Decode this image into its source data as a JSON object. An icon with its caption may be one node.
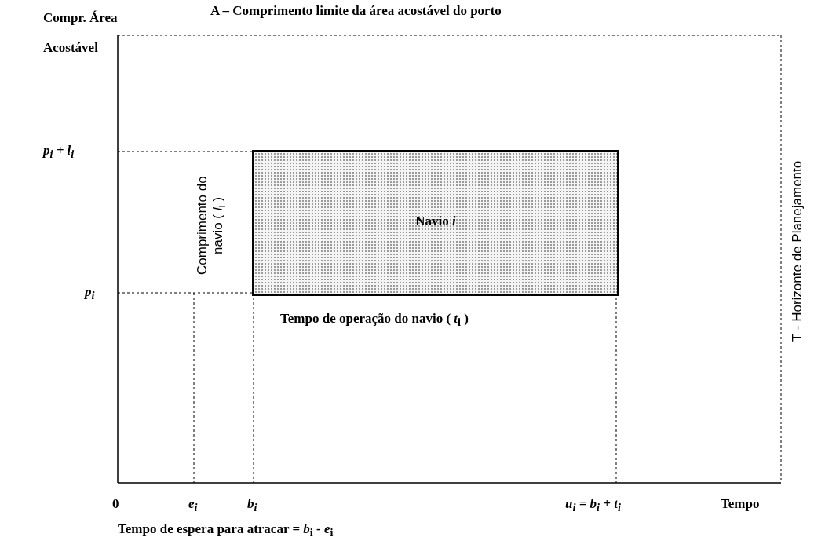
{
  "diagram": {
    "title": "A – Comprimento limite da área acostável do porto",
    "nodes": [
      {
        "text": [
          "Navio *i*"
        ],
        "beside": [
          "Comprimento do navio ( *l*$_{i}$ )",
          "Tempo de operação do navio ( *t*$_{i}$ )"
        ]
      }
    ],
    "edges": [],
    "labels": [
      "Compr. Área Acostável",
      "T - Horizonte de Planejamento",
      "p$_{i}$ + l$_{i}$",
      "p$_{i}$",
      "0",
      "e$_{i}$",
      "b$_{i}$",
      "u$_{i}$ = b$_{i}$ + t$_{i}$",
      "Tempo",
      "Tempo de espera para atracar = *b*$_{i}$ - *e*$_{i}$"
    ]
  }
}
